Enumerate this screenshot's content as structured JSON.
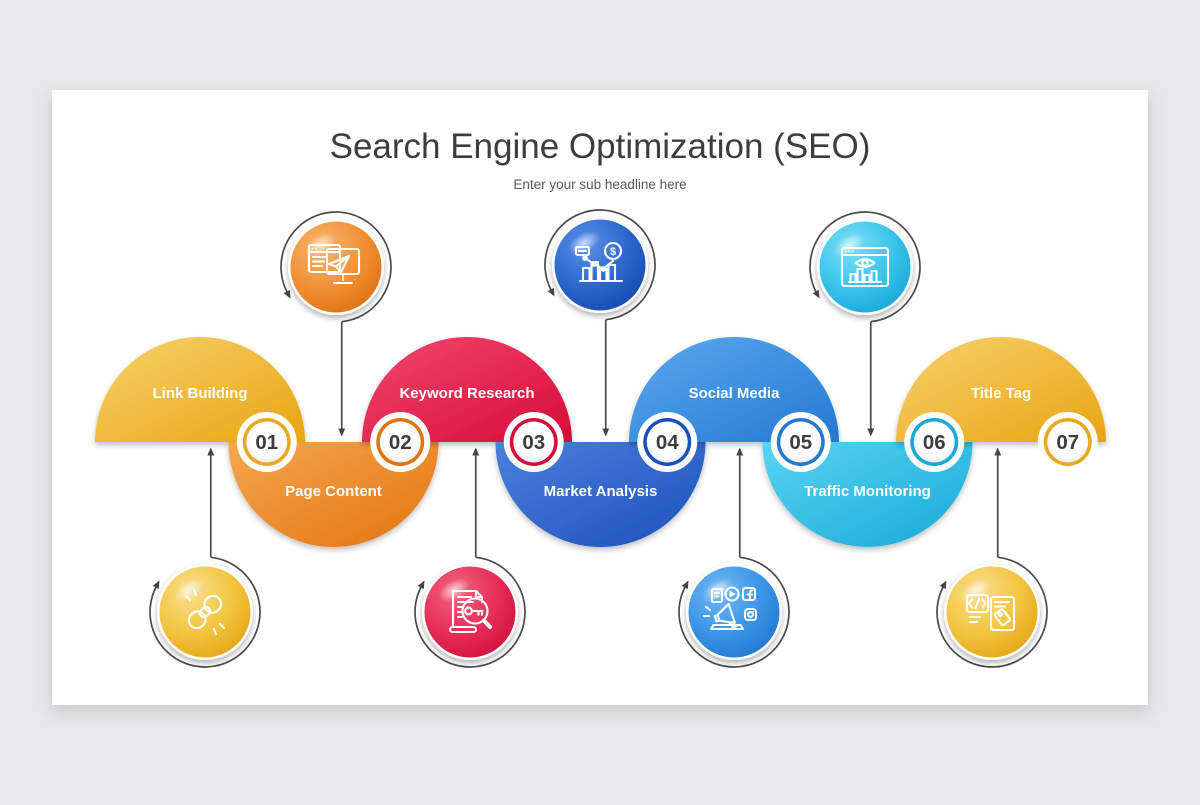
{
  "slide": {
    "title": "Search Engine Optimization (SEO)",
    "subtitle": "Enter your sub headline here",
    "background_color": "#E8E8EA",
    "canvas_color": "#FFFFFF",
    "title_color": "#3D3D3D",
    "label_color": "#FFFFFF"
  },
  "steps": [
    {
      "number": "01",
      "label": "Link Building",
      "orientation": "up",
      "color": "#E9A81B",
      "color_light": "#F7D26B",
      "icon": "chain-link-icon",
      "icon_position": "below"
    },
    {
      "number": "02",
      "label": "Page Content",
      "orientation": "down",
      "color": "#E2740F",
      "color_light": "#F6A64F",
      "icon": "monitor-send-icon",
      "icon_position": "above"
    },
    {
      "number": "03",
      "label": "Keyword Research",
      "orientation": "up",
      "color": "#D50D3A",
      "color_light": "#F2476D",
      "icon": "keyword-magnifier-icon",
      "icon_position": "below"
    },
    {
      "number": "04",
      "label": "Market Analysis",
      "orientation": "down",
      "color": "#1A50BC",
      "color_light": "#4B80DC",
      "icon": "chart-dollar-icon",
      "icon_position": "above"
    },
    {
      "number": "05",
      "label": "Social Media",
      "orientation": "up",
      "color": "#2379D2",
      "color_light": "#5AAAEF",
      "icon": "social-megaphone-icon",
      "icon_position": "below"
    },
    {
      "number": "06",
      "label": "Traffic Monitoring",
      "orientation": "down",
      "color": "#17A9D8",
      "color_light": "#58D4F2",
      "icon": "browser-eye-icon",
      "icon_position": "above"
    },
    {
      "number": "07",
      "label": "Title Tag",
      "orientation": "up",
      "color": "#E9A81B",
      "color_light": "#F7D26B",
      "icon": "code-tag-icon",
      "icon_position": "below"
    }
  ]
}
